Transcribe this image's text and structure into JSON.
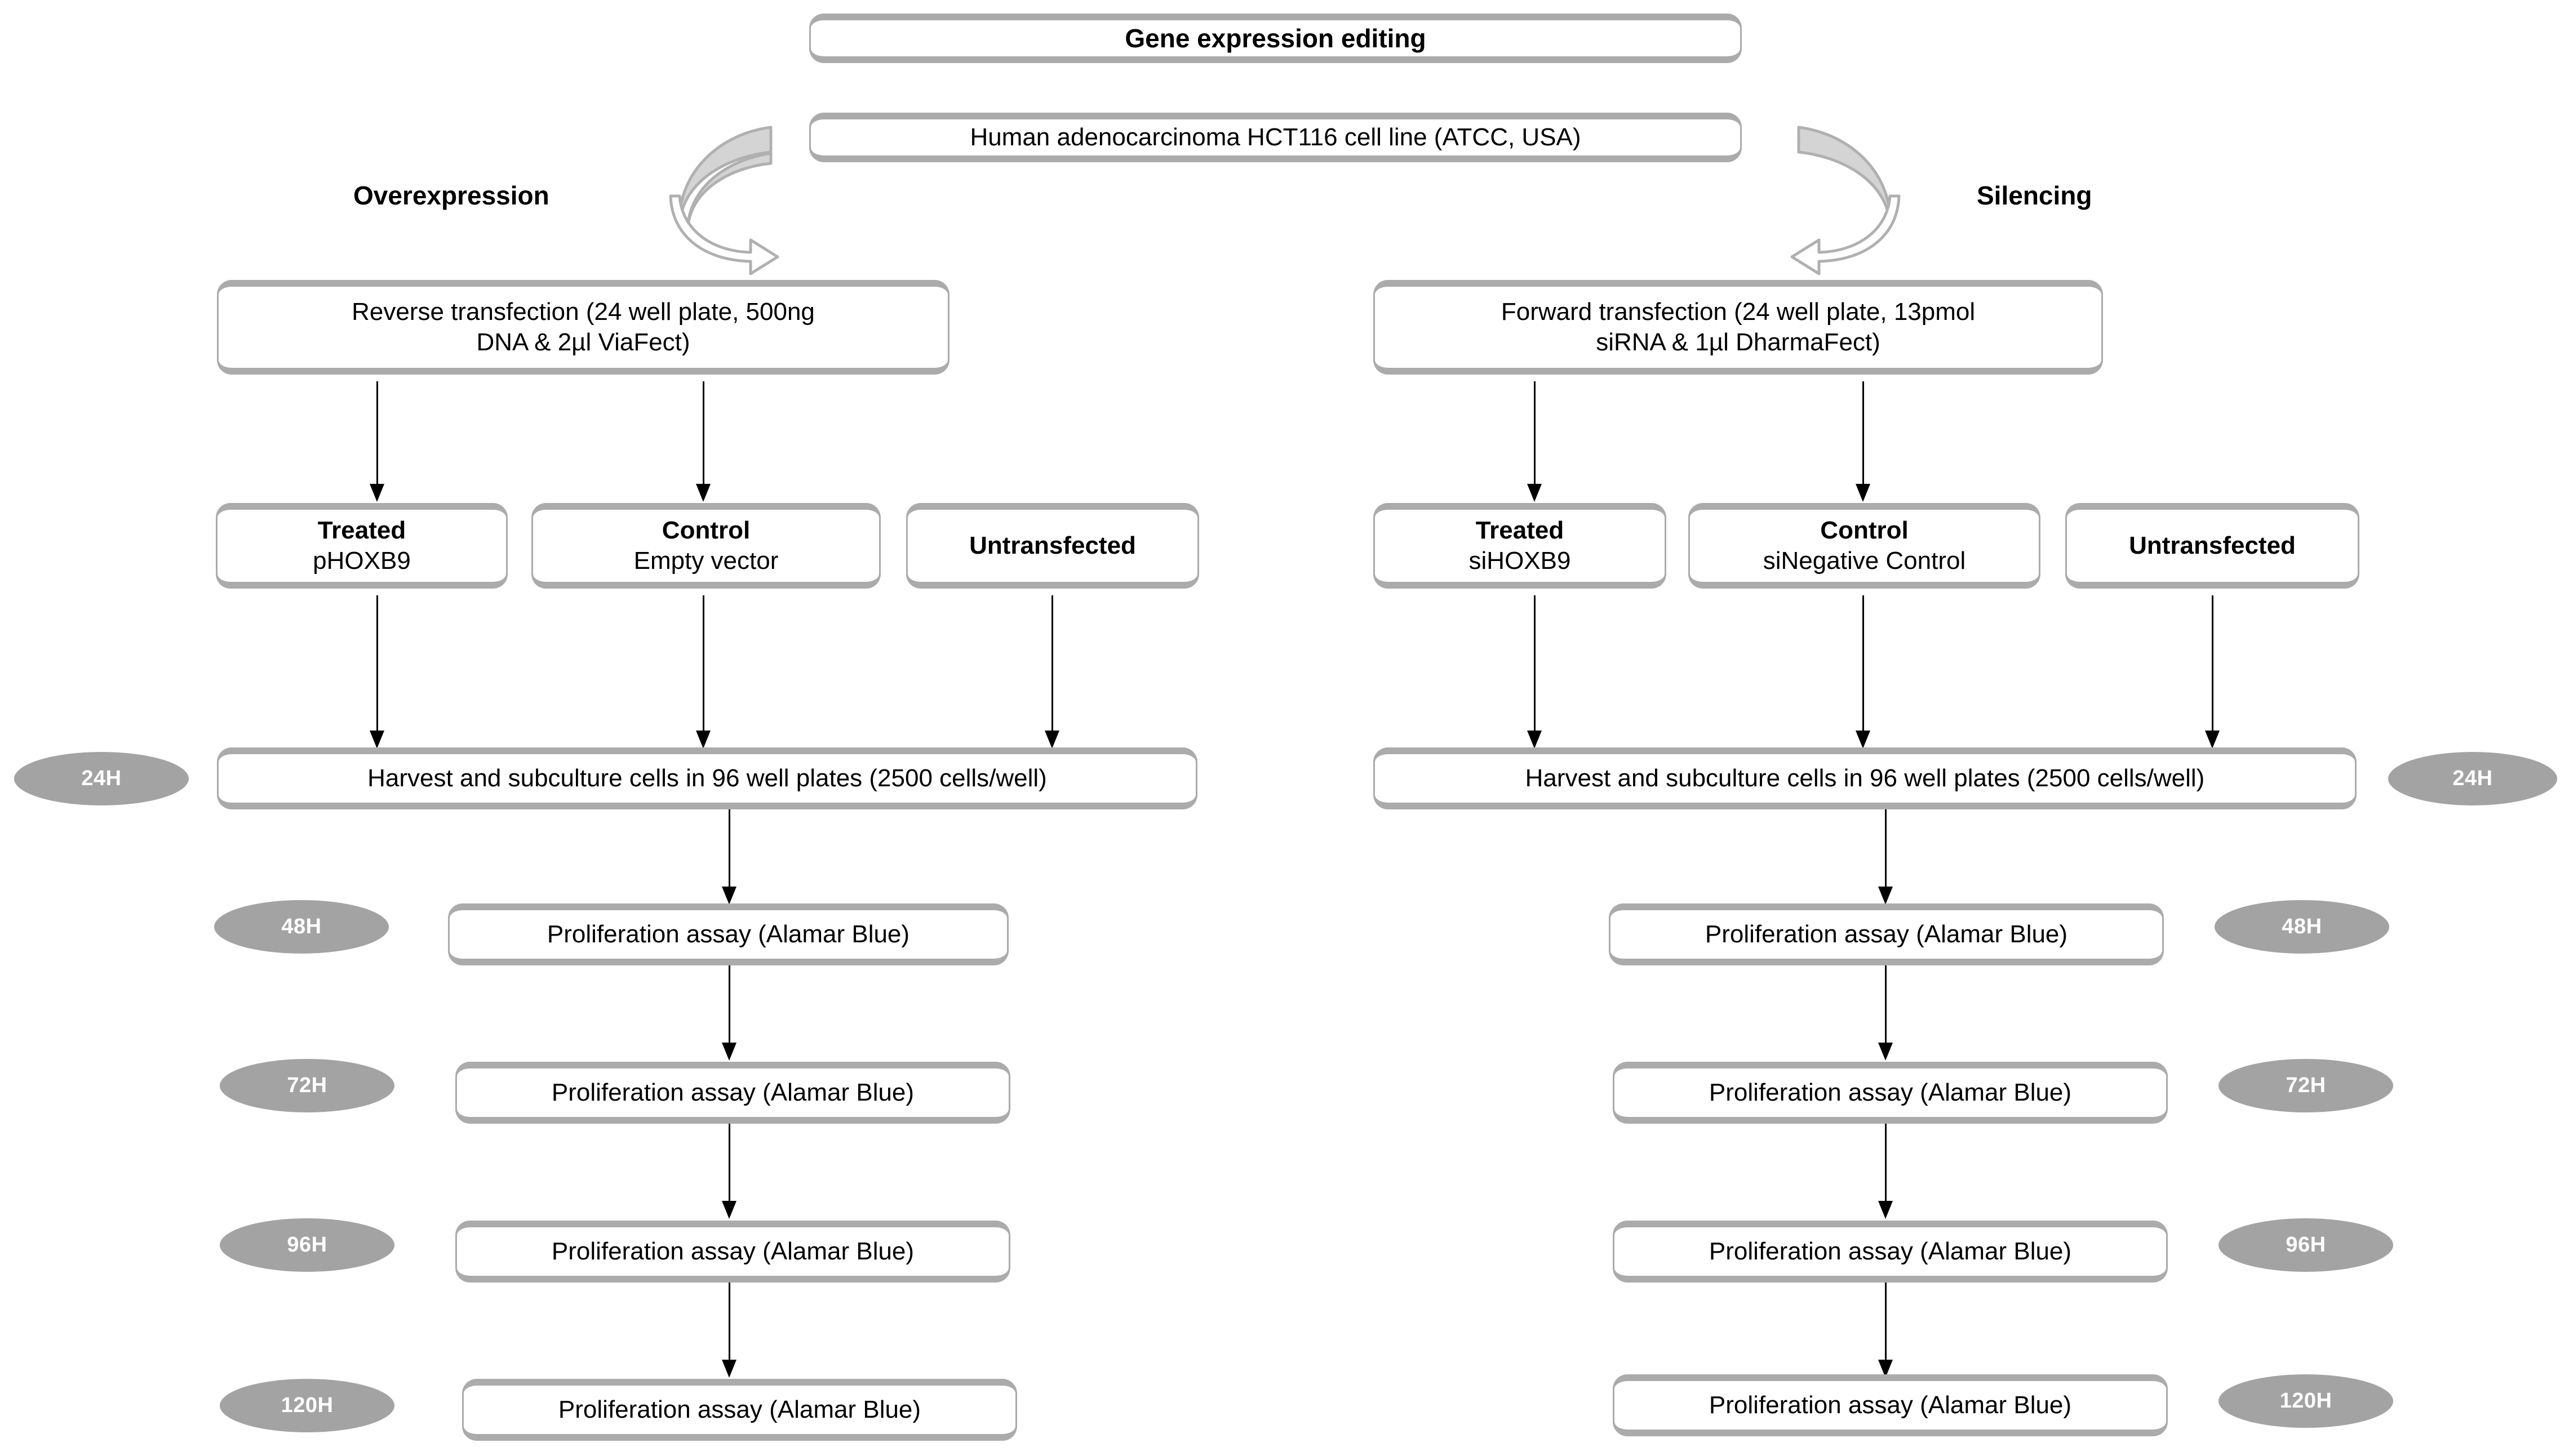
{
  "title_box": {
    "text": "Gene expression editing"
  },
  "cellline_box": {
    "text": "Human adenocarcinoma HCT116 cell line (ATCC, USA)"
  },
  "branches": {
    "left": {
      "label": "Overexpression",
      "transfection": {
        "line1": "Reverse transfection (24 well plate, 500ng",
        "line2": "DNA & 2µl ViaFect)"
      },
      "conditions": [
        {
          "title": "Treated",
          "subtitle": "pHOXB9"
        },
        {
          "title": "Control",
          "subtitle": "Empty vector"
        },
        {
          "title": "Untransfected",
          "subtitle": ""
        }
      ],
      "harvest": {
        "text": "Harvest and subculture cells in 96 well plates (2500 cells/well)",
        "badge": "24H"
      },
      "assays": [
        {
          "text": "Proliferation assay (Alamar Blue)",
          "badge": "48H"
        },
        {
          "text": "Proliferation assay (Alamar Blue)",
          "badge": "72H"
        },
        {
          "text": "Proliferation assay (Alamar Blue)",
          "badge": "96H"
        },
        {
          "text": "Proliferation assay (Alamar Blue)",
          "badge": "120H"
        }
      ]
    },
    "right": {
      "label": "Silencing",
      "transfection": {
        "line1": "Forward transfection (24 well plate, 13pmol",
        "line2": "siRNA & 1µl DharmaFect)"
      },
      "conditions": [
        {
          "title": "Treated",
          "subtitle": "siHOXB9"
        },
        {
          "title": "Control",
          "subtitle": "siNegative Control"
        },
        {
          "title": "Untransfected",
          "subtitle": ""
        }
      ],
      "harvest": {
        "text": "Harvest and subculture cells in 96 well plates (2500 cells/well)",
        "badge": "24H"
      },
      "assays": [
        {
          "text": "Proliferation assay (Alamar Blue)",
          "badge": "48H"
        },
        {
          "text": "Proliferation assay (Alamar Blue)",
          "badge": "72H"
        },
        {
          "text": "Proliferation assay (Alamar Blue)",
          "badge": "96H"
        },
        {
          "text": "Proliferation assay (Alamar Blue)",
          "badge": "120H"
        }
      ]
    }
  },
  "colors": {
    "box_border": "#ababab",
    "badge_fill": "#a3a3a3",
    "badge_text": "#ffffff",
    "arrow": "#000000",
    "curved_arrow_fill": "#d4d4d4",
    "curved_arrow_stroke": "#b0b0b0",
    "background": "#ffffff"
  }
}
